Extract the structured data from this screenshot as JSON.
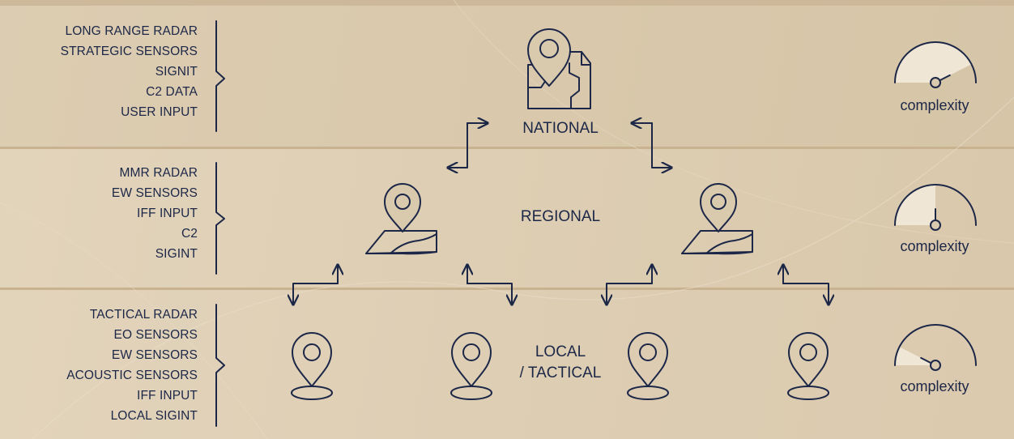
{
  "tiers": {
    "national": {
      "label": "NATIONAL",
      "inputs": [
        "LONG RANGE RADAR",
        "STRATEGIC SENSORS",
        "SIGNIT",
        "C2 DATA",
        "USER INPUT"
      ],
      "complexity_label": "complexity",
      "gauge_level": 0.85
    },
    "regional": {
      "label": "REGIONAL",
      "inputs": [
        "MMR RADAR",
        "EW SENSORS",
        "IFF INPUT",
        "C2",
        "SIGINT"
      ],
      "complexity_label": "complexity",
      "gauge_level": 0.5
    },
    "local": {
      "label_line1": "LOCAL",
      "label_line2": "/ TACTICAL",
      "inputs": [
        "TACTICAL RADAR",
        "EO SENSORS",
        "EW SENSORS",
        "ACOUSTIC SENSORS",
        "IFF INPUT",
        "LOCAL SIGINT"
      ],
      "complexity_label": "complexity",
      "gauge_level": 0.15
    }
  },
  "icons": [
    "map-pin-map-icon",
    "map-pin-icon",
    "gauge-icon",
    "bidirectional-arrow-icon"
  ],
  "colors": {
    "ink": "#1c2748",
    "gauge_fill": "#efe6d6"
  }
}
